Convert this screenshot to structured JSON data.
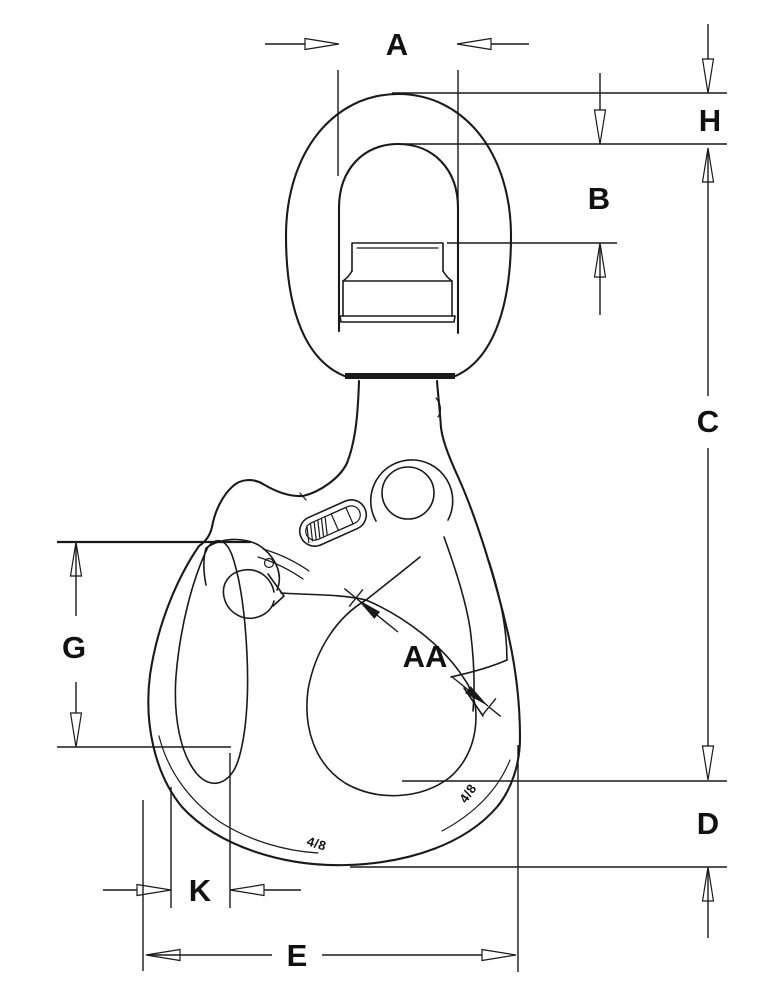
{
  "diagram": {
    "background_color": "#ffffff",
    "line_color": "#1a1a1a",
    "dimension_labels": {
      "a": "A",
      "h": "H",
      "b": "B",
      "c": "C",
      "g": "G",
      "aa": "AA",
      "d": "D",
      "k": "K",
      "e": "E"
    },
    "part_markings": {
      "bowl": "4/8",
      "tip": "4/8"
    }
  }
}
